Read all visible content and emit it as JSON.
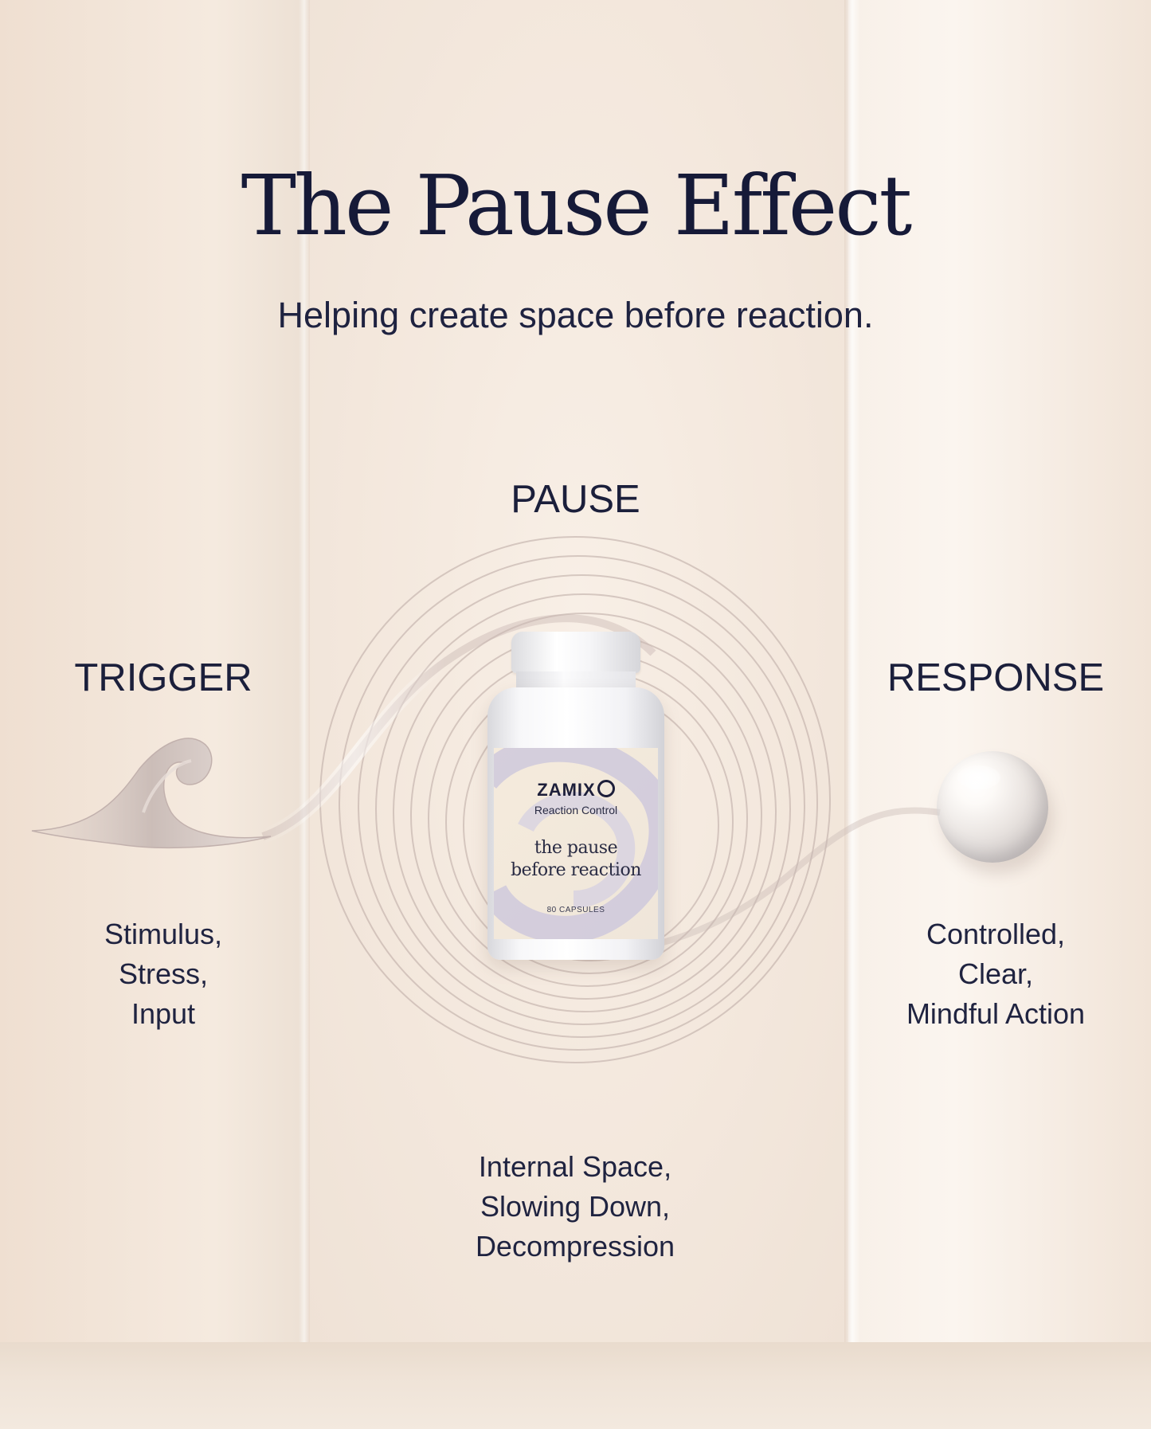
{
  "title": "The Pause Effect",
  "subtitle": "Helping create space before reaction.",
  "stages": {
    "pause": {
      "label": "PAUSE",
      "lines": [
        "Internal Space,",
        "Slowing Down,",
        "Decompression"
      ]
    },
    "trigger": {
      "label": "TRIGGER",
      "lines": [
        "Stimulus,",
        "Stress,",
        "Input"
      ]
    },
    "response": {
      "label": "RESPONSE",
      "lines": [
        "Controlled,",
        "Clear,",
        "Mindful Action"
      ]
    }
  },
  "product": {
    "brand": "ZAMIX",
    "product_line": "Reaction Control",
    "tagline_lines": [
      "the pause",
      "before reaction"
    ],
    "count": "80 CAPSULES"
  },
  "icons": {
    "trigger": "wave-icon",
    "pause": "concentric-ripple-icon",
    "response": "glass-sphere-icon",
    "brand": "brand-ring-icon"
  },
  "colors": {
    "background": "#f3e6da",
    "text": "#1b1f3b",
    "ripple": "#b9a7a3",
    "label_swirl": "#c9c4dc"
  }
}
